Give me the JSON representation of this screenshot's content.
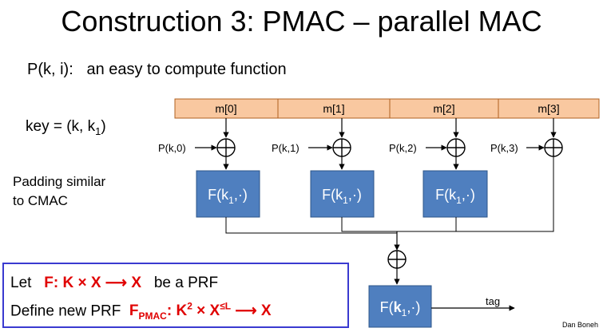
{
  "title": "Construction 3:  PMAC – parallel MAC",
  "subtitle": "P(k, i):   an easy to compute function",
  "key": {
    "prefix": "key = (k, k",
    "sub": "1",
    "suffix": ")"
  },
  "padding_note": [
    "Padding similar",
    "to CMAC"
  ],
  "message_blocks": [
    "m[0]",
    "m[1]",
    "m[2]",
    "m[3]"
  ],
  "p_labels": [
    "P(k,0)",
    "P(k,1)",
    "P(k,2)",
    "P(k,3)"
  ],
  "f_box_label": {
    "prefix": "F(k",
    "sub": "1",
    "suffix": ",·)"
  },
  "final_box_label": {
    "prefix": "F(",
    "bold": "k",
    "sub": "1",
    "suffix": ",·)"
  },
  "tag_label": "tag",
  "definition": {
    "line1": {
      "let": "Let",
      "prf": "F: K × X ⟶ X",
      "rest": "be a PRF"
    },
    "line2": {
      "define": "Define new PRF",
      "name": "F",
      "name_sub": "PMAC",
      "sig_a": ": K",
      "sig_sup1": "2",
      "sig_b": " × X",
      "sig_sup2": "≤L",
      "sig_c": " ⟶ X"
    }
  },
  "credit": "Dan Boneh",
  "colors": {
    "message_fill": "#f9c8a0",
    "message_stroke": "#b06020",
    "fbox_fill": "#4f7fbf",
    "fbox_stroke": "#2d5588",
    "def_border": "#3a3ad0",
    "accent_red": "#e00000"
  }
}
